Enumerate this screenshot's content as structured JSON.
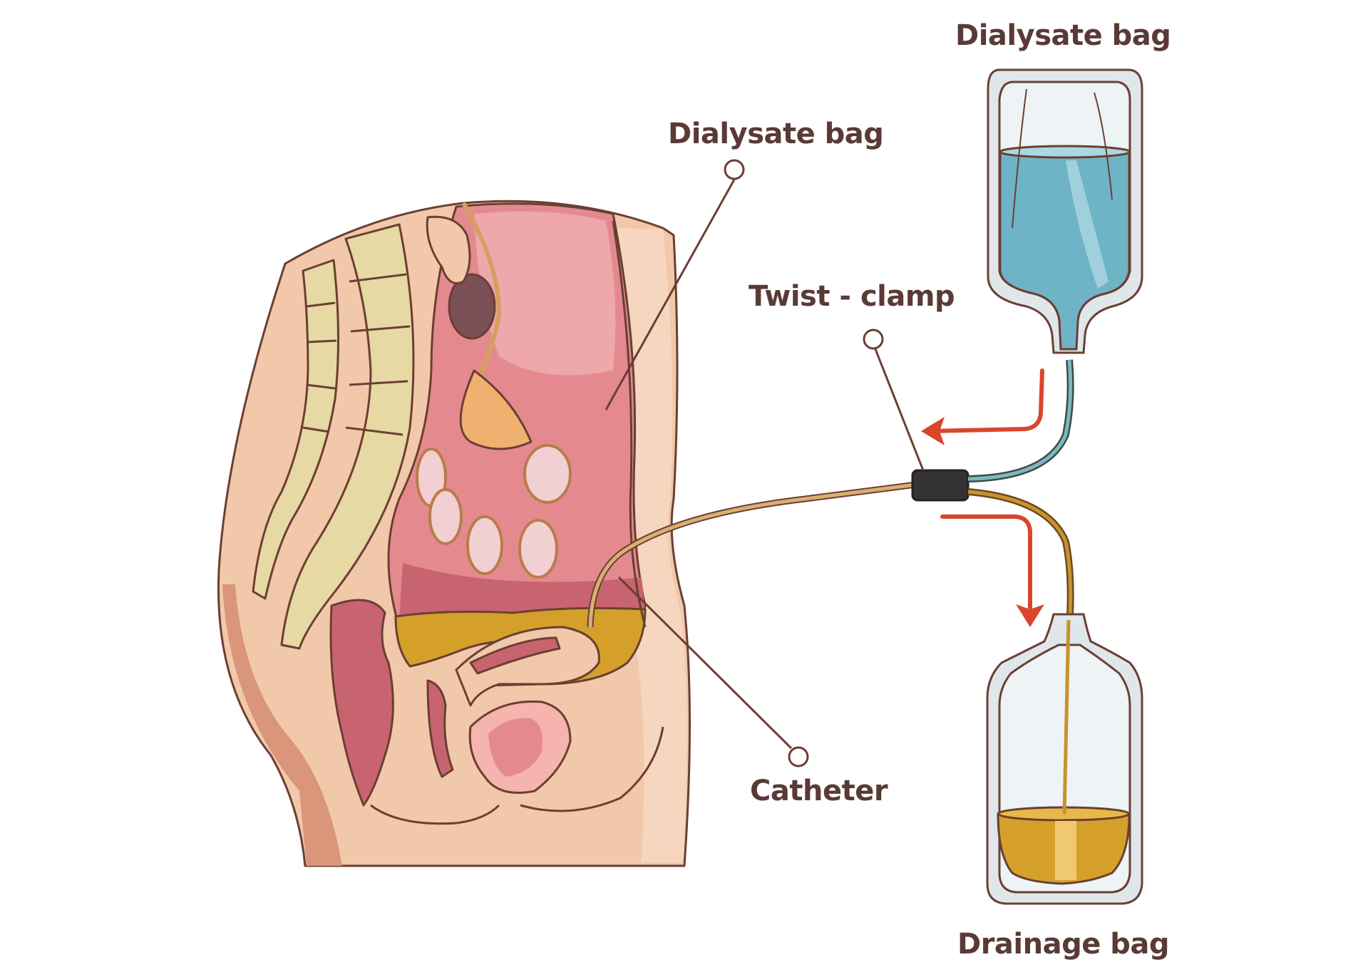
{
  "diagram": {
    "subject": "Peritoneal dialysis",
    "labels": {
      "dialysate_bag_top": "Dialysate bag",
      "dialysate_bag_abdomen": "Dialysate bag",
      "twist_clamp": "Twist - clamp",
      "catheter": "Catheter",
      "drainage_bag": "Drainage bag"
    },
    "flow_arrows": [
      {
        "name": "inflow-arrow",
        "direction": "from dialysate bag toward abdomen"
      },
      {
        "name": "outflow-arrow",
        "direction": "from abdomen toward drainage bag"
      }
    ],
    "colors": {
      "label_text": "#5a3a36",
      "outline": "#6b3f33",
      "dialysate_fluid": "#6fb3c6",
      "drained_fluid": "#d4a02a",
      "arrow": "#d9462b",
      "skin": "#f2c8aa",
      "peritoneum": "#e48a8f",
      "spine": "#e6d9a4",
      "clamp": "#333333"
    }
  }
}
